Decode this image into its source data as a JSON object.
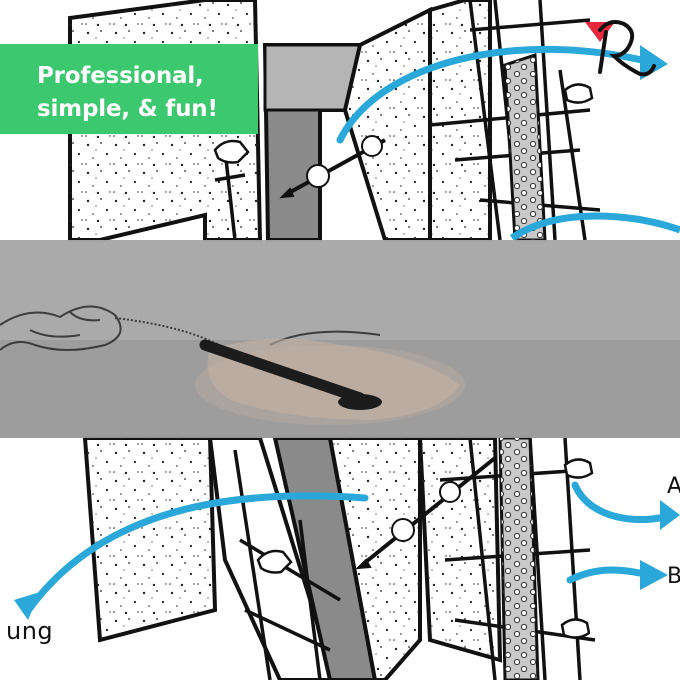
{
  "badge": {
    "line1": "Professional,",
    "line2": "simple, & fun!",
    "color": "#3cc86e"
  },
  "captions": {
    "bottom_left": "ung",
    "right_a": "A",
    "right_b": "B"
  },
  "colors": {
    "arrow": "#29a8d9",
    "logo_flag": "#e6283c",
    "band": "#a7a7a7"
  },
  "icons": [
    "logo-icon",
    "arrow-icon",
    "hand-pen-icon"
  ]
}
